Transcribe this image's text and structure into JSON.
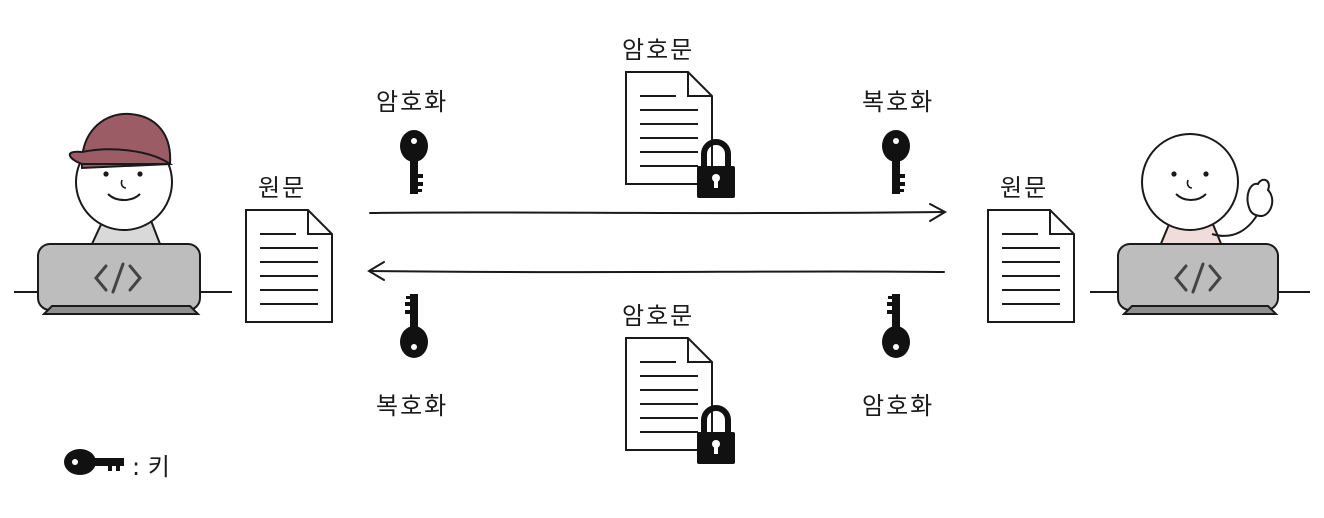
{
  "labels": {
    "original_left": "원문",
    "original_right": "원문",
    "cipher_top": "암호문",
    "cipher_bottom": "암호문",
    "encrypt_top_left": "암호화",
    "decrypt_top_right": "복호화",
    "decrypt_bottom_left": "복호화",
    "encrypt_bottom_right": "암호화"
  },
  "legend": {
    "text": ": 키",
    "icon": "key-icon"
  },
  "colors": {
    "line": "#1a1a1a",
    "cap": "#9c5c66",
    "laptop": "#bdbdbd",
    "laptop_dark": "#6b6b6b",
    "shirt_left": "#d9d9d9",
    "shirt_right": "#f1dcdc",
    "key": "#111111"
  }
}
